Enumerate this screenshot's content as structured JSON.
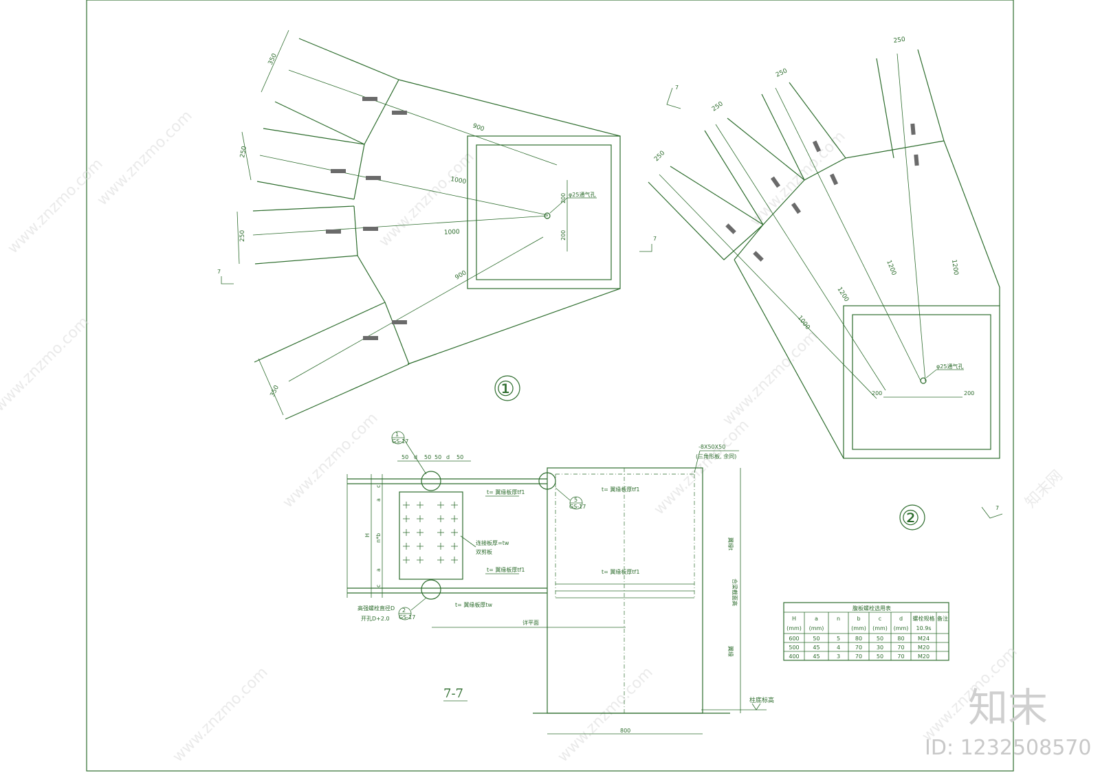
{
  "watermark": {
    "site": "www.znzmo.com",
    "brand": "知末网"
  },
  "brand_logo": "知末",
  "id_label": "ID: 1232508570",
  "detail1": {
    "number": "①",
    "dims": {
      "top_width": "350",
      "mid1_width": "250",
      "mid2_width": "250",
      "bottom_width": "350",
      "len_top": "900",
      "len_mid1": "1000",
      "len_mid2": "1000",
      "len_bottom": "900",
      "off_upper": "200",
      "off_lower": "200"
    },
    "hole_label": "φ25通气孔",
    "section_mark": "7"
  },
  "detail2": {
    "number": "②",
    "dims": {
      "w1": "250",
      "w2": "250",
      "w3": "250",
      "w4": "250",
      "len1": "1000",
      "len2": "1200",
      "len3": "1200",
      "len4": "1200",
      "off_left": "200",
      "off_right": "200"
    },
    "hole_label": "φ25通气孔",
    "section_mark": "7"
  },
  "section77": {
    "title": "7-7",
    "callout1": {
      "num": "1",
      "ref": "GS-17"
    },
    "callout2": {
      "num": "2",
      "ref": "GS-17"
    },
    "callout5": {
      "num": "5",
      "ref": "GS-17"
    },
    "top_dims": [
      "50",
      "d",
      "50",
      "50",
      "d",
      "50"
    ],
    "stiff_label": "-8X50X50",
    "stiff_note": "(三角形板, 余同)",
    "side_dims": [
      "c",
      "a",
      "n*b",
      "a",
      "c"
    ],
    "H": "H",
    "flange_note1": "t= 翼缘板厚tf1",
    "flange_note2": "t= 翼缘板厚tf1",
    "flange_note3": "t= 翼缘板厚tf1",
    "flange_note4": "t= 翼缘板厚tf1",
    "web_plate_note": "连接板厚=tw",
    "web_plate_note2": "双剪板",
    "web_note": "t= 翼缘板厚tw",
    "bolt_note1": "高强螺栓直径D",
    "bolt_note2": "开孔D+2.0",
    "level_note": "详平面",
    "base_label": "柱底标高",
    "width_dim": "800",
    "vert1": "翼缘t",
    "vert2": "合梁截面高",
    "vert3": "翼缘"
  },
  "bolt_table": {
    "title": "腹板螺栓选用表",
    "headers": [
      [
        "H",
        "(mm)"
      ],
      [
        "a",
        "(mm)"
      ],
      [
        "n",
        ""
      ],
      [
        "b",
        "(mm)"
      ],
      [
        "c",
        "(mm)"
      ],
      [
        "d",
        "(mm)"
      ],
      [
        "螺栓规格",
        "10.9s"
      ],
      [
        "备注",
        ""
      ]
    ],
    "rows": [
      [
        "600",
        "50",
        "5",
        "80",
        "50",
        "80",
        "M24",
        ""
      ],
      [
        "500",
        "45",
        "4",
        "70",
        "30",
        "70",
        "M20",
        ""
      ],
      [
        "400",
        "45",
        "3",
        "70",
        "50",
        "70",
        "M20",
        ""
      ]
    ]
  }
}
